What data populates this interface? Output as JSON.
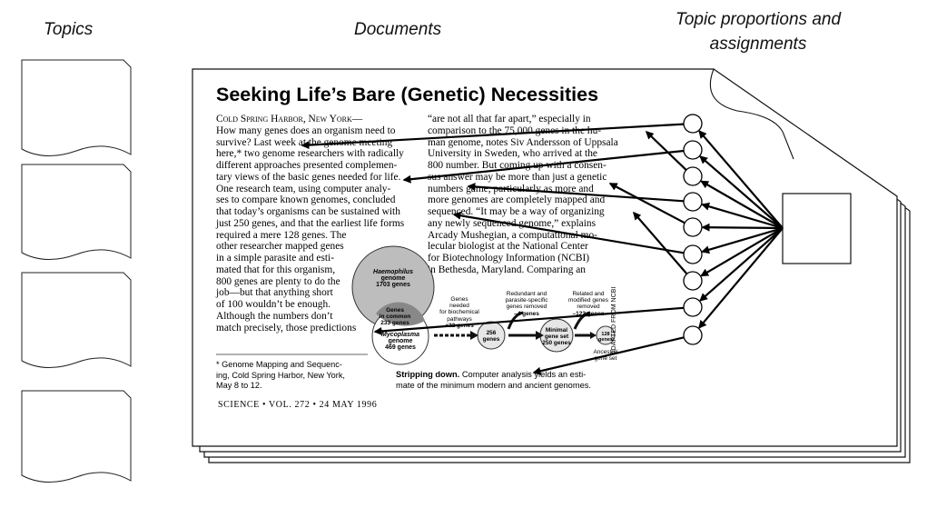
{
  "headers": {
    "topics": "Topics",
    "documents": "Documents",
    "proportions_line1": "Topic proportions and",
    "proportions_line2": "assignments"
  },
  "article": {
    "title": "Seeking Life’s Bare (Genetic) Necessities",
    "dateline": "Cold Spring Harbor, New York—",
    "left_col": [
      "How many genes does an organism need to",
      "survive? Last week at the genome meeting",
      "here,* two genome researchers with radically",
      "different approaches presented complemen-",
      "tary views of the basic genes needed for life.",
      "One research team, using computer analy-",
      "ses to compare known genomes, concluded",
      "that today’s organisms can be sustained with",
      "just 250 genes, and that the earliest life forms",
      "required a mere 128 genes. The",
      "other researcher mapped genes",
      "in a simple parasite and esti-",
      "mated that for this organism,",
      "800 genes are plenty to do the",
      "job—but that anything short",
      "of 100 wouldn’t be enough.",
      "   Although the numbers don’t",
      "match precisely, those predictions"
    ],
    "right_col": [
      "“are not all that far apart,” especially in",
      "comparison to the 75,000 genes in the hu-",
      "man genome, notes Siv Andersson of Uppsala",
      "University in Sweden, who arrived at the",
      "800 number. But coming up with a consen-",
      "sus answer may be more than just a genetic",
      "numbers game, particularly as more and",
      "more genomes are completely mapped and",
      "sequenced. “It may be a way of organizing",
      "any newly sequenced genome,” explains",
      "   Arcady Mushegian, a computational mo-",
      "lecular biologist at the National Center",
      "for Biotechnology Information (NCBI)",
      "in Bethesda, Maryland. Comparing an"
    ],
    "footnote": [
      "* Genome Mapping and Sequenc-",
      "ing, Cold Spring Harbor, New York,",
      "May 8 to 12."
    ],
    "caption_bold": "Stripping down.",
    "caption_rest": " Computer analysis yields an esti-",
    "caption_line2": "mate of the minimum modern and ancient genomes.",
    "footer": "SCIENCE • VOL. 272 • 24 MAY 1996",
    "figure": {
      "haemophilus_name": "Haemophilus",
      "haemophilus_sub": "genome",
      "haemophilus_count": "1703 genes",
      "common_1": "Genes",
      "common_2": "in common",
      "common_3": "233 genes",
      "myco_name": "Mycoplasma",
      "myco_sub": "genome",
      "myco_count": "469 genes",
      "needed_1": "Genes",
      "needed_2": "needed",
      "needed_3": "for biochemical",
      "needed_4": "pathways",
      "needed_5": "+22 genes",
      "c256_1": "256",
      "c256_2": "genes",
      "redundant_1": "Redundant and",
      "redundant_2": "parasite-specific",
      "redundant_3": "genes removed",
      "redundant_4": "–4 genes",
      "minimal_1": "Minimal",
      "minimal_2": "gene set",
      "minimal_3": "250 genes",
      "related_1": "Related and",
      "related_2": "modified genes",
      "related_3": "removed",
      "related_4": "–122 genes",
      "c128_1": "128",
      "c128_2": "genes",
      "ancestral_1": "Ancestral",
      "ancestral_2": "gene set",
      "source": "ADAPTED FROM NCBI"
    }
  }
}
